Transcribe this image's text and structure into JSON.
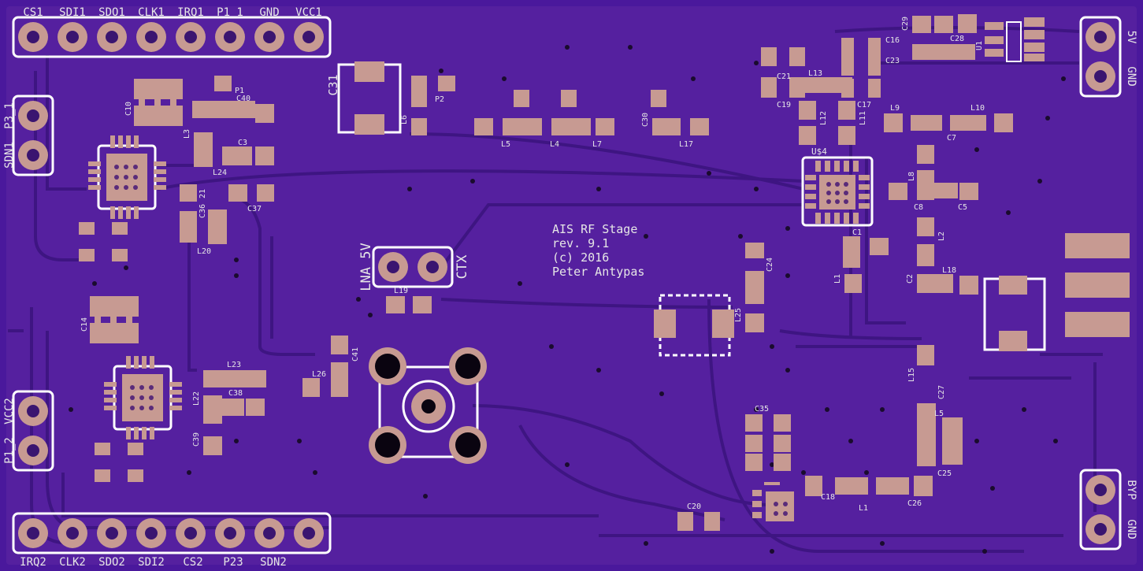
{
  "board": {
    "colors": {
      "substrate": "#4a189c",
      "copper": "#5a24ad",
      "trace": "#3e1582",
      "pad": "#c79a92",
      "silkscreen": "#ffffff"
    },
    "info_block": [
      "AIS RF Stage",
      "rev. 9.1",
      "(c) 2016",
      "Peter Antypas"
    ],
    "headers": {
      "top": [
        "CS1",
        "SDI1",
        "SDO1",
        "CLK1",
        "IRQ1",
        "P1_1",
        "GND",
        "VCC1"
      ],
      "bottom": [
        "IRQ2",
        "CLK2",
        "SDO2",
        "SDI2",
        "CS2",
        "P23",
        "SDN2"
      ],
      "left_upper": [
        "SDN1",
        "P3_1"
      ],
      "left_lower": [
        "P1_2",
        "VCC2"
      ],
      "middle": [
        "LNA_5V",
        "CTX"
      ],
      "right_upper": [
        "5V",
        "GND"
      ],
      "right_lower": [
        "BYP",
        "GND"
      ]
    },
    "components": {
      "C10": "C10",
      "C14": "C14",
      "P1": "P1",
      "C40": "C40",
      "L3": "L3",
      "C3": "C3",
      "L24": "L24",
      "C36": "C36",
      "C21a": "21",
      "C37": "C37",
      "L20": "L20",
      "C31": "C31",
      "P2": "P2",
      "L6": "L6",
      "L5": "L5",
      "L4": "L4",
      "L7": "L7",
      "C30": "C30",
      "L17": "L17",
      "C29": "C29",
      "C28": "C28",
      "U1": "U1",
      "C16": "C16",
      "C23": "C23",
      "C21": "C21",
      "L13": "L13",
      "C19": "C19",
      "C17": "C17",
      "L12": "L12",
      "L11": "L11",
      "L9": "L9",
      "L10": "L10",
      "C7": "C7",
      "U4": "U$4",
      "L8": "L8",
      "C8": "C8",
      "C5": "C5",
      "C1": "C1",
      "L2": "L2",
      "L1": "L1",
      "C2": "C2",
      "L18": "L18",
      "C24": "C24",
      "L25": "L25",
      "L19": "L19",
      "C41": "C41",
      "L26": "L26",
      "L23": "L23",
      "L22": "L22",
      "C38": "C38",
      "C39": "C39",
      "C35": "C35",
      "L15": "L15",
      "C27": "C27",
      "L5b": "L5",
      "C25": "C25",
      "C18": "C18",
      "L14": "L1",
      "C26": "C26",
      "C20": "C20"
    }
  }
}
